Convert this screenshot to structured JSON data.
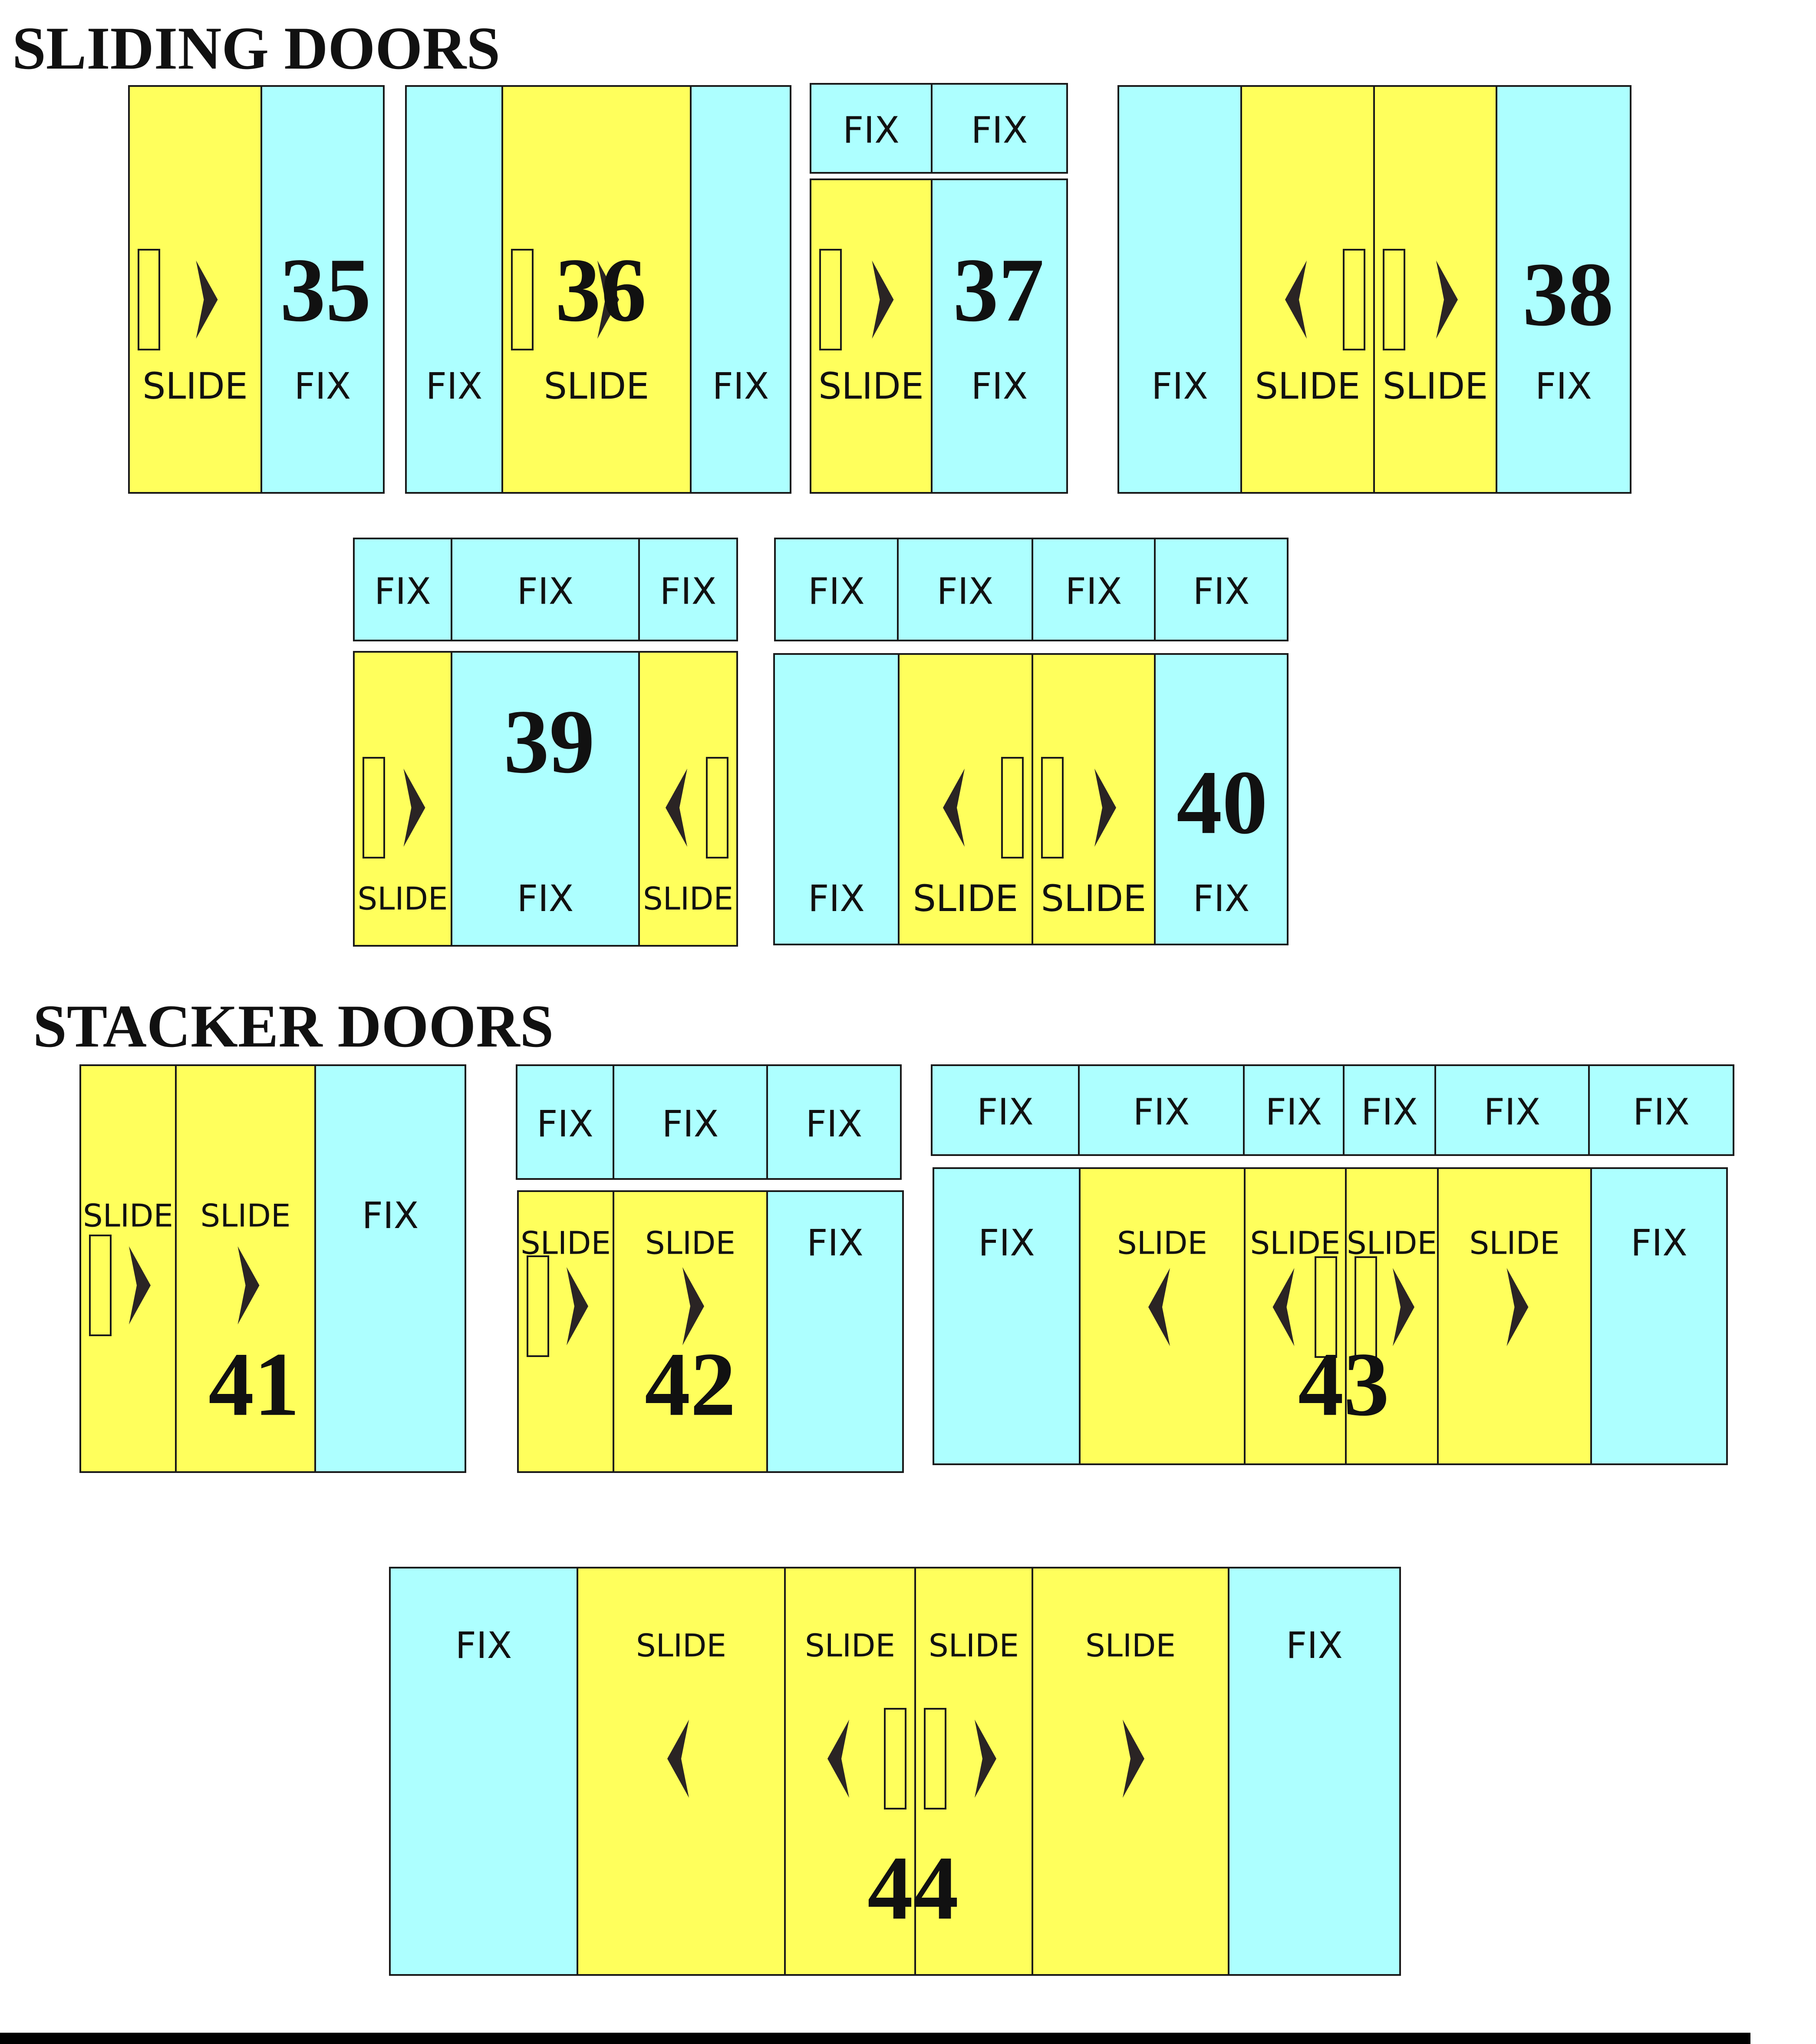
{
  "colors": {
    "fix": "#adffff",
    "slide": "#ffff5c",
    "outline": "#1a1a1a",
    "arrow": "#2a2424"
  },
  "headings": {
    "sliding": "SLIDING DOORS",
    "stacker": "STACKER DOORS"
  },
  "doors": [
    {
      "number": "35",
      "tops": [],
      "panes": [
        {
          "type": "slide",
          "label": "SLIDE",
          "arrow": "right",
          "handle": "left"
        },
        {
          "type": "fix",
          "label": "FIX"
        }
      ]
    },
    {
      "number": "36",
      "tops": [],
      "panes": [
        {
          "type": "fix",
          "label": "FIX"
        },
        {
          "type": "slide",
          "label": "SLIDE",
          "arrow": "right",
          "handle": "left"
        },
        {
          "type": "fix",
          "label": "FIX"
        }
      ]
    },
    {
      "number": "37",
      "tops": [
        "FIX",
        "FIX"
      ],
      "panes": [
        {
          "type": "slide",
          "label": "SLIDE",
          "arrow": "right",
          "handle": "left"
        },
        {
          "type": "fix",
          "label": "FIX"
        }
      ]
    },
    {
      "number": "38",
      "tops": [],
      "panes": [
        {
          "type": "fix",
          "label": "FIX"
        },
        {
          "type": "slide",
          "label": "SLIDE",
          "arrow": "left",
          "handle": "right"
        },
        {
          "type": "slide",
          "label": "SLIDE",
          "arrow": "right",
          "handle": "left"
        },
        {
          "type": "fix",
          "label": "FIX"
        }
      ]
    },
    {
      "number": "39",
      "tops": [
        "FIX",
        "FIX",
        "FIX"
      ],
      "panes": [
        {
          "type": "slide",
          "label": "SLIDE",
          "arrow": "right",
          "handle": "left"
        },
        {
          "type": "fix",
          "label": "FIX"
        },
        {
          "type": "slide",
          "label": "SLIDE",
          "arrow": "left",
          "handle": "right"
        }
      ]
    },
    {
      "number": "40",
      "tops": [
        "FIX",
        "FIX",
        "FIX",
        "FIX"
      ],
      "panes": [
        {
          "type": "fix",
          "label": "FIX"
        },
        {
          "type": "slide",
          "label": "SLIDE",
          "arrow": "left",
          "handle": "right"
        },
        {
          "type": "slide",
          "label": "SLIDE",
          "arrow": "right",
          "handle": "left"
        },
        {
          "type": "fix",
          "label": "FIX"
        }
      ]
    },
    {
      "number": "41",
      "tops": [],
      "panes": [
        {
          "type": "slide",
          "label": "SLIDE",
          "arrow": "right",
          "handle": "left"
        },
        {
          "type": "slide",
          "label": "SLIDE",
          "arrow": "right"
        },
        {
          "type": "fix",
          "label": "FIX"
        }
      ]
    },
    {
      "number": "42",
      "tops": [
        "FIX",
        "FIX",
        "FIX"
      ],
      "panes": [
        {
          "type": "slide",
          "label": "SLIDE",
          "arrow": "right",
          "handle": "left"
        },
        {
          "type": "slide",
          "label": "SLIDE",
          "arrow": "right"
        },
        {
          "type": "fix",
          "label": "FIX"
        }
      ]
    },
    {
      "number": "43",
      "tops": [
        "FIX",
        "FIX",
        "FIX",
        "FIX",
        "FIX",
        "FIX"
      ],
      "panes": [
        {
          "type": "fix",
          "label": "FIX"
        },
        {
          "type": "slide",
          "label": "SLIDE",
          "arrow": "left"
        },
        {
          "type": "slide",
          "label": "SLIDE",
          "arrow": "left",
          "handle": "right"
        },
        {
          "type": "slide",
          "label": "SLIDE",
          "arrow": "right",
          "handle": "left"
        },
        {
          "type": "slide",
          "label": "SLIDE",
          "arrow": "right"
        },
        {
          "type": "fix",
          "label": "FIX"
        }
      ]
    },
    {
      "number": "44",
      "tops": [],
      "panes": [
        {
          "type": "fix",
          "label": "FIX"
        },
        {
          "type": "slide",
          "label": "SLIDE",
          "arrow": "left"
        },
        {
          "type": "slide",
          "label": "SLIDE",
          "arrow": "left",
          "handle": "right"
        },
        {
          "type": "slide",
          "label": "SLIDE",
          "arrow": "right",
          "handle": "left"
        },
        {
          "type": "slide",
          "label": "SLIDE",
          "arrow": "right"
        },
        {
          "type": "fix",
          "label": "FIX"
        }
      ]
    }
  ]
}
